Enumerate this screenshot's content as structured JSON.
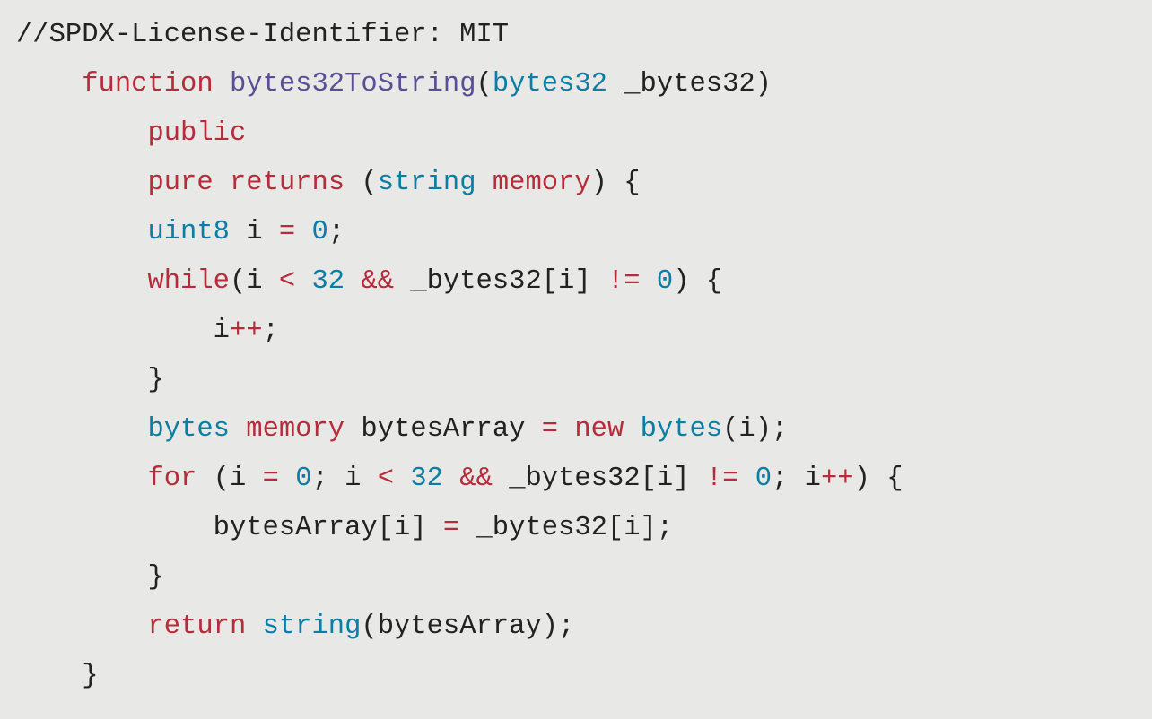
{
  "colors": {
    "keyword": "#b52d3a",
    "type": "#0a7ea4",
    "function_name": "#5b4e96",
    "plain": "#222222",
    "background": "#e8e8e6"
  },
  "code": {
    "language": "Solidity",
    "lines": [
      {
        "indent": 0,
        "tokens": [
          {
            "t": "//SPDX-License-Identifier: MIT",
            "c": "p"
          }
        ]
      },
      {
        "indent": 1,
        "tokens": [
          {
            "t": "function",
            "c": "k"
          },
          {
            "t": " ",
            "c": "p"
          },
          {
            "t": "bytes32ToString",
            "c": "f"
          },
          {
            "t": "(",
            "c": "p"
          },
          {
            "t": "bytes32",
            "c": "t"
          },
          {
            "t": " _bytes32)",
            "c": "p"
          }
        ]
      },
      {
        "indent": 2,
        "tokens": [
          {
            "t": "public",
            "c": "k"
          }
        ]
      },
      {
        "indent": 2,
        "tokens": [
          {
            "t": "pure",
            "c": "k"
          },
          {
            "t": " ",
            "c": "p"
          },
          {
            "t": "returns",
            "c": "k"
          },
          {
            "t": " (",
            "c": "p"
          },
          {
            "t": "string",
            "c": "t"
          },
          {
            "t": " ",
            "c": "p"
          },
          {
            "t": "memory",
            "c": "k"
          },
          {
            "t": ") {",
            "c": "p"
          }
        ]
      },
      {
        "indent": 2,
        "tokens": [
          {
            "t": "uint8",
            "c": "t"
          },
          {
            "t": " i ",
            "c": "p"
          },
          {
            "t": "=",
            "c": "k"
          },
          {
            "t": " ",
            "c": "p"
          },
          {
            "t": "0",
            "c": "t"
          },
          {
            "t": ";",
            "c": "p"
          }
        ]
      },
      {
        "indent": 2,
        "tokens": [
          {
            "t": "while",
            "c": "k"
          },
          {
            "t": "(i ",
            "c": "p"
          },
          {
            "t": "<",
            "c": "k"
          },
          {
            "t": " ",
            "c": "p"
          },
          {
            "t": "32",
            "c": "t"
          },
          {
            "t": " ",
            "c": "p"
          },
          {
            "t": "&&",
            "c": "k"
          },
          {
            "t": " _bytes32[i] ",
            "c": "p"
          },
          {
            "t": "!=",
            "c": "k"
          },
          {
            "t": " ",
            "c": "p"
          },
          {
            "t": "0",
            "c": "t"
          },
          {
            "t": ") {",
            "c": "p"
          }
        ]
      },
      {
        "indent": 3,
        "tokens": [
          {
            "t": "i",
            "c": "p"
          },
          {
            "t": "++",
            "c": "k"
          },
          {
            "t": ";",
            "c": "p"
          }
        ]
      },
      {
        "indent": 2,
        "tokens": [
          {
            "t": "}",
            "c": "p"
          }
        ]
      },
      {
        "indent": 2,
        "tokens": [
          {
            "t": "bytes",
            "c": "t"
          },
          {
            "t": " ",
            "c": "p"
          },
          {
            "t": "memory",
            "c": "k"
          },
          {
            "t": " bytesArray ",
            "c": "p"
          },
          {
            "t": "=",
            "c": "k"
          },
          {
            "t": " ",
            "c": "p"
          },
          {
            "t": "new",
            "c": "k"
          },
          {
            "t": " ",
            "c": "p"
          },
          {
            "t": "bytes",
            "c": "t"
          },
          {
            "t": "(i);",
            "c": "p"
          }
        ]
      },
      {
        "indent": 2,
        "tokens": [
          {
            "t": "for",
            "c": "k"
          },
          {
            "t": " (i ",
            "c": "p"
          },
          {
            "t": "=",
            "c": "k"
          },
          {
            "t": " ",
            "c": "p"
          },
          {
            "t": "0",
            "c": "t"
          },
          {
            "t": "; i ",
            "c": "p"
          },
          {
            "t": "<",
            "c": "k"
          },
          {
            "t": " ",
            "c": "p"
          },
          {
            "t": "32",
            "c": "t"
          },
          {
            "t": " ",
            "c": "p"
          },
          {
            "t": "&&",
            "c": "k"
          },
          {
            "t": " _bytes32[i] ",
            "c": "p"
          },
          {
            "t": "!=",
            "c": "k"
          },
          {
            "t": " ",
            "c": "p"
          },
          {
            "t": "0",
            "c": "t"
          },
          {
            "t": "; i",
            "c": "p"
          },
          {
            "t": "++",
            "c": "k"
          },
          {
            "t": ") {",
            "c": "p"
          }
        ]
      },
      {
        "indent": 3,
        "tokens": [
          {
            "t": "bytesArray[i] ",
            "c": "p"
          },
          {
            "t": "=",
            "c": "k"
          },
          {
            "t": " _bytes32[i];",
            "c": "p"
          }
        ]
      },
      {
        "indent": 2,
        "tokens": [
          {
            "t": "}",
            "c": "p"
          }
        ]
      },
      {
        "indent": 2,
        "tokens": [
          {
            "t": "return",
            "c": "k"
          },
          {
            "t": " ",
            "c": "p"
          },
          {
            "t": "string",
            "c": "t"
          },
          {
            "t": "(bytesArray);",
            "c": "p"
          }
        ]
      },
      {
        "indent": 1,
        "tokens": [
          {
            "t": "}",
            "c": "p"
          }
        ]
      }
    ]
  }
}
